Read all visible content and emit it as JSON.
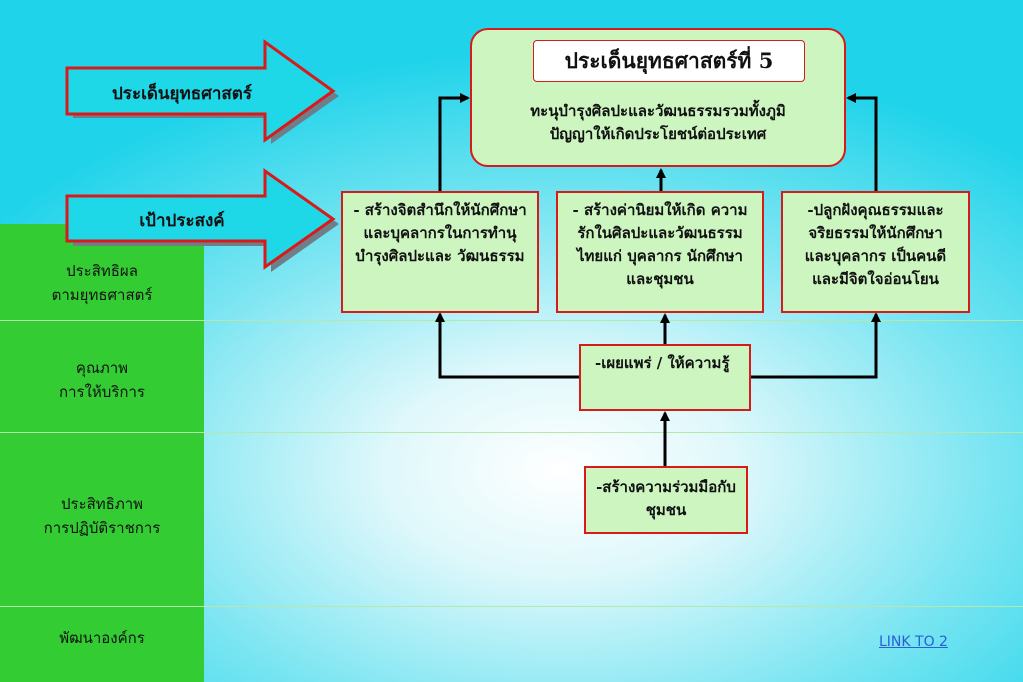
{
  "arrows": {
    "strategy_label": "ประเด็นยุทธศาสตร์",
    "objective_label": "เป้าประสงค์"
  },
  "sidebar": {
    "items": [
      "ประสิทธิผล\nตามยุทธศาสตร์",
      "คุณภาพ\nการให้บริการ",
      "ประสิทธิภาพ\nการปฏิบัติราชการ",
      "พัฒนาองค์กร"
    ]
  },
  "goal": {
    "title": "ประเด็นยุทธศาสตร์ที่ 5",
    "description": "ทะนุบำรุงศิลปะและวัฒนธรรมรวมทั้งภูมิ\nปัญญาให้เกิดประโยชน์ต่อประเทศ"
  },
  "objectives": [
    "- สร้างจิตสำนึกให้นักศึกษา\nและบุคลากรในการทำนุ\nบำรุงศิลปะและ วัฒนธรรม",
    "- สร้างค่านิยมให้เกิด ความ\nรักในศิลปะและวัฒนธรรม\nไทยแก่ บุคลากร นักศึกษา\nและชุมชน",
    "-ปลูกฝังคุณธรรมและ\nจริยธรรมให้นักศึกษา\nและบุคลากร เป็นคนดี\nและมีจิตใจอ่อนโยน"
  ],
  "process": {
    "disseminate": "-เผยแพร่ / ให้ความรู้",
    "cooperate": "-สร้างความร่วมมือกับ\nชุมชน"
  },
  "link": "LINK TO 2",
  "colors": {
    "sidebar": "#33cc33",
    "box_fill": "#ccf5c0",
    "box_border": "#d71a1a",
    "arrow_fill": "#1ed8e8"
  }
}
